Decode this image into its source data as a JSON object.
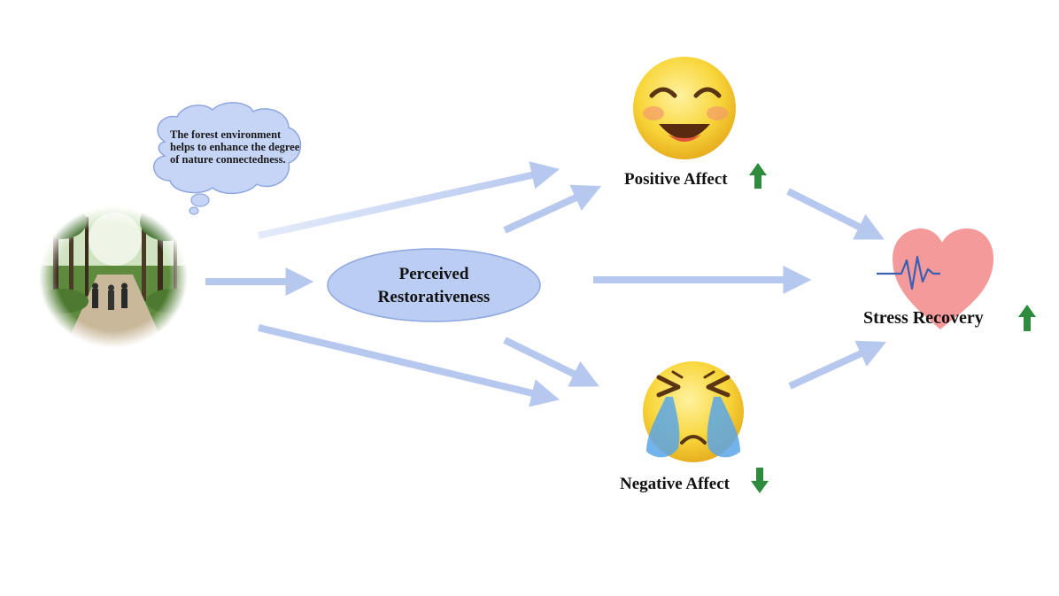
{
  "thought_bubble": {
    "text": "The forest environment helps to enhance the degree of nature connectedness."
  },
  "nodes": {
    "perceived_restorativeness": {
      "line1": "Perceived",
      "line2": "Restorativeness"
    },
    "positive_affect": {
      "label": "Positive Affect",
      "trend": "up"
    },
    "negative_affect": {
      "label": "Negative Affect",
      "trend": "down"
    },
    "stress_recovery": {
      "label": "Stress Recovery",
      "trend": "up"
    }
  },
  "colors": {
    "arrow": "#b7c8ef",
    "node_fill": "#bccdf3",
    "node_stroke": "#8ea7df",
    "trend_arrow": "#2e8b3e",
    "heart": "#f49a9a",
    "pulse": "#3b5fb5"
  },
  "icons": {
    "forest_image": "forest-path-photo",
    "positive_emoji": "smiling-face-icon",
    "negative_emoji": "crying-face-icon",
    "heart": "heart-pulse-icon"
  }
}
